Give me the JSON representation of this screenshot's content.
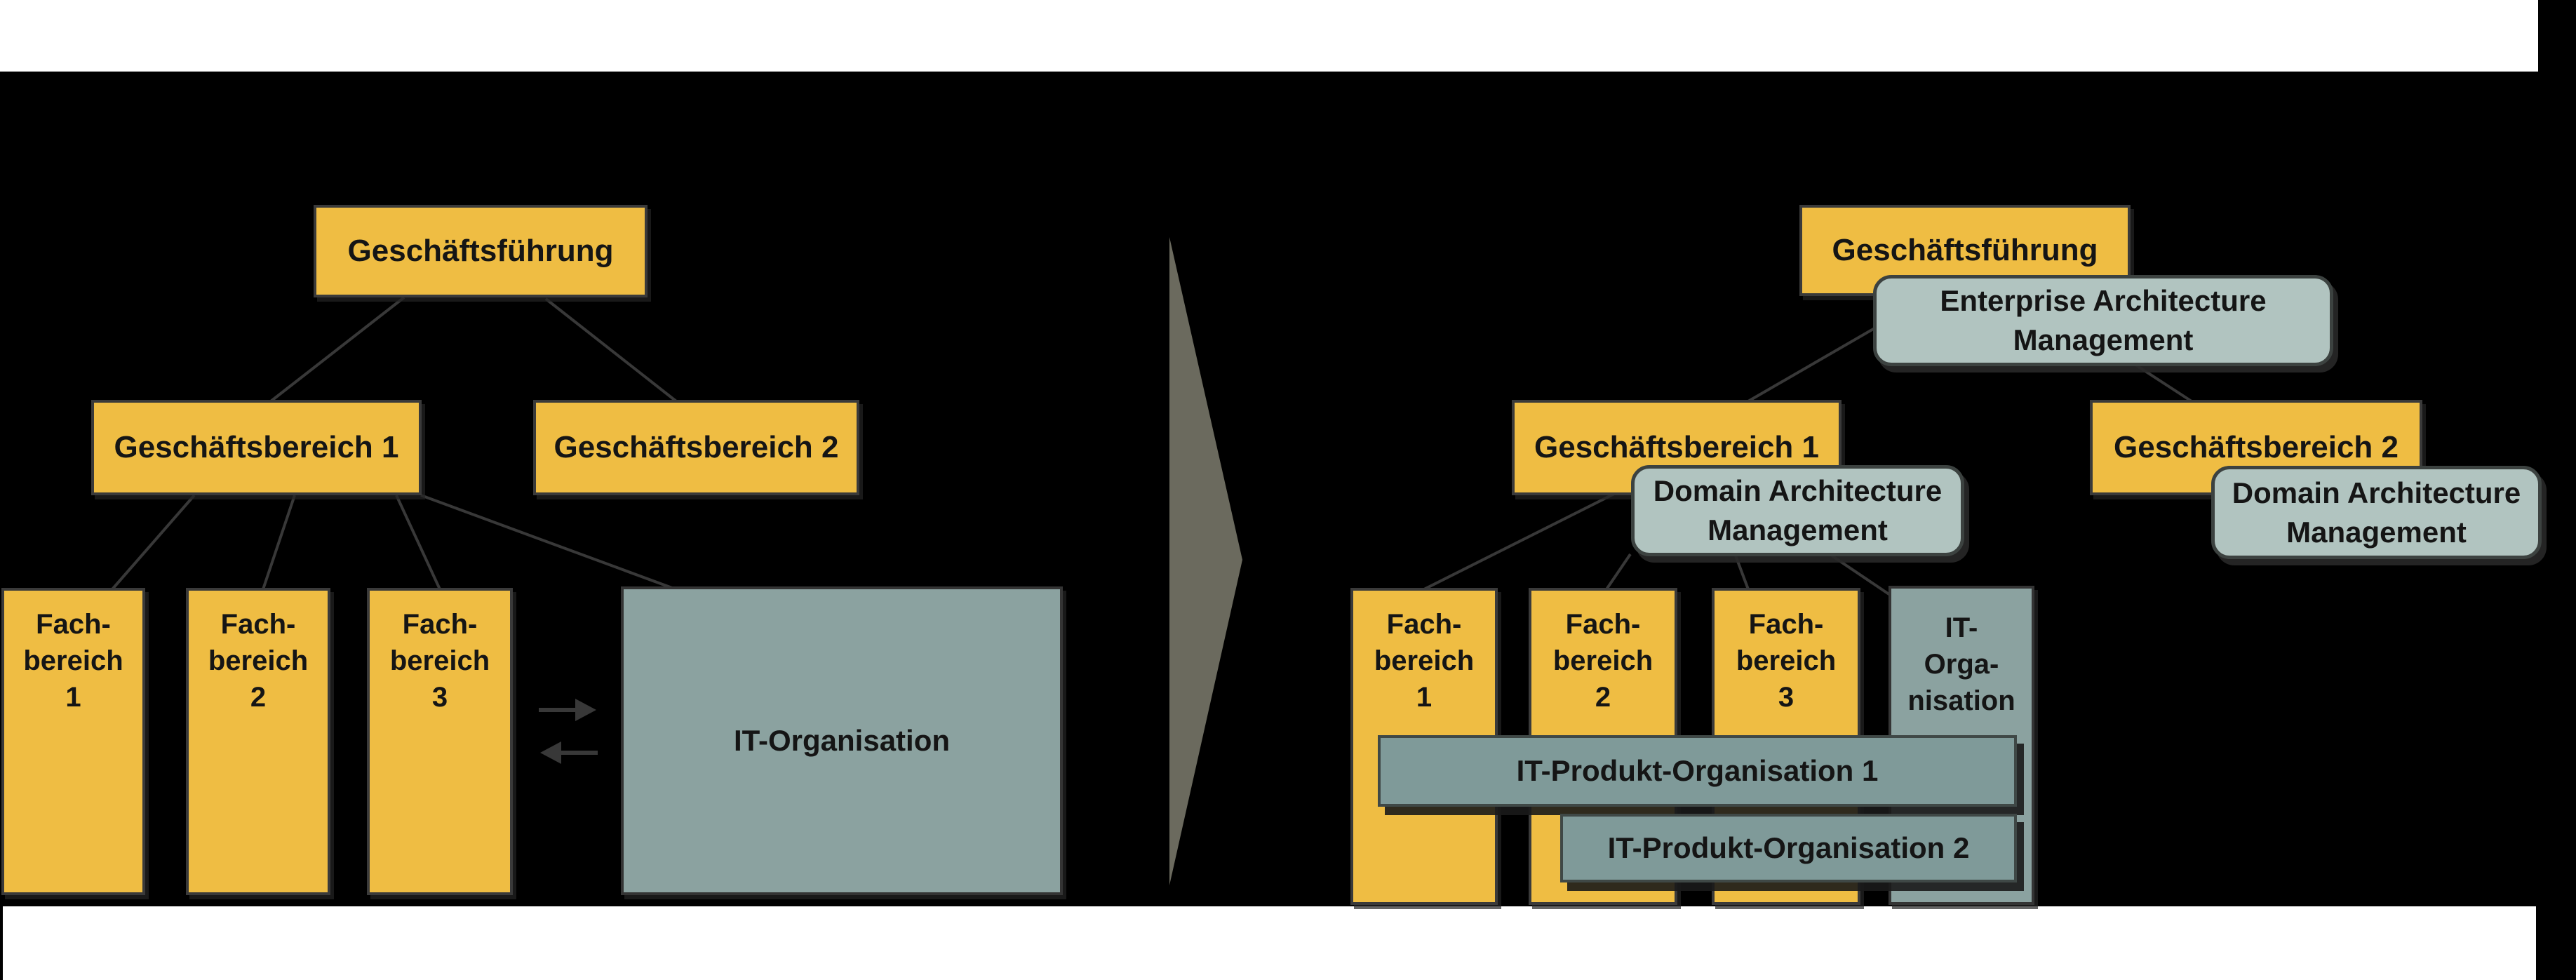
{
  "colors": {
    "background": "#000000",
    "slide_strip": "#ffffff",
    "yellow_box": "#efbd43",
    "sage_rounded_box": "#b1c4c0",
    "teal_box": "#8ba2a0",
    "teal_bar": "#7f9a99",
    "connector_line": "#383838",
    "transformation_arrow": "#6b6a5e",
    "text": "#151515"
  },
  "left_diagram": {
    "nodes": {
      "geschaeftsfuehrung": "Geschäftsführung",
      "geschaeftsbereich_1": "Geschäftsbereich 1",
      "geschaeftsbereich_2": "Geschäftsbereich 2",
      "fachbereich_1": "Fach-\nbereich\n1",
      "fachbereich_2": "Fach-\nbereich\n2",
      "fachbereich_3": "Fach-\nbereich\n3",
      "it_organisation": "IT-Organisation"
    }
  },
  "right_diagram": {
    "nodes": {
      "geschaeftsfuehrung": "Geschäftsführung",
      "enterprise_architecture_management": "Enterprise Architecture\nManagement",
      "geschaeftsbereich_1": "Geschäftsbereich 1",
      "domain_architecture_management_1": "Domain Architecture\nManagement",
      "geschaeftsbereich_2": "Geschäftsbereich 2",
      "domain_architecture_management_2": "Domain Architecture\nManagement",
      "fachbereich_1": "Fach-\nbereich\n1",
      "fachbereich_2": "Fach-\nbereich\n2",
      "fachbereich_3": "Fach-\nbereich\n3",
      "it_organisation": "IT-\nOrga-\nnisation",
      "it_produkt_organisation_1": "IT-Produkt-Organisation 1",
      "it_produkt_organisation_2": "IT-Produkt-Organisation 2"
    }
  }
}
